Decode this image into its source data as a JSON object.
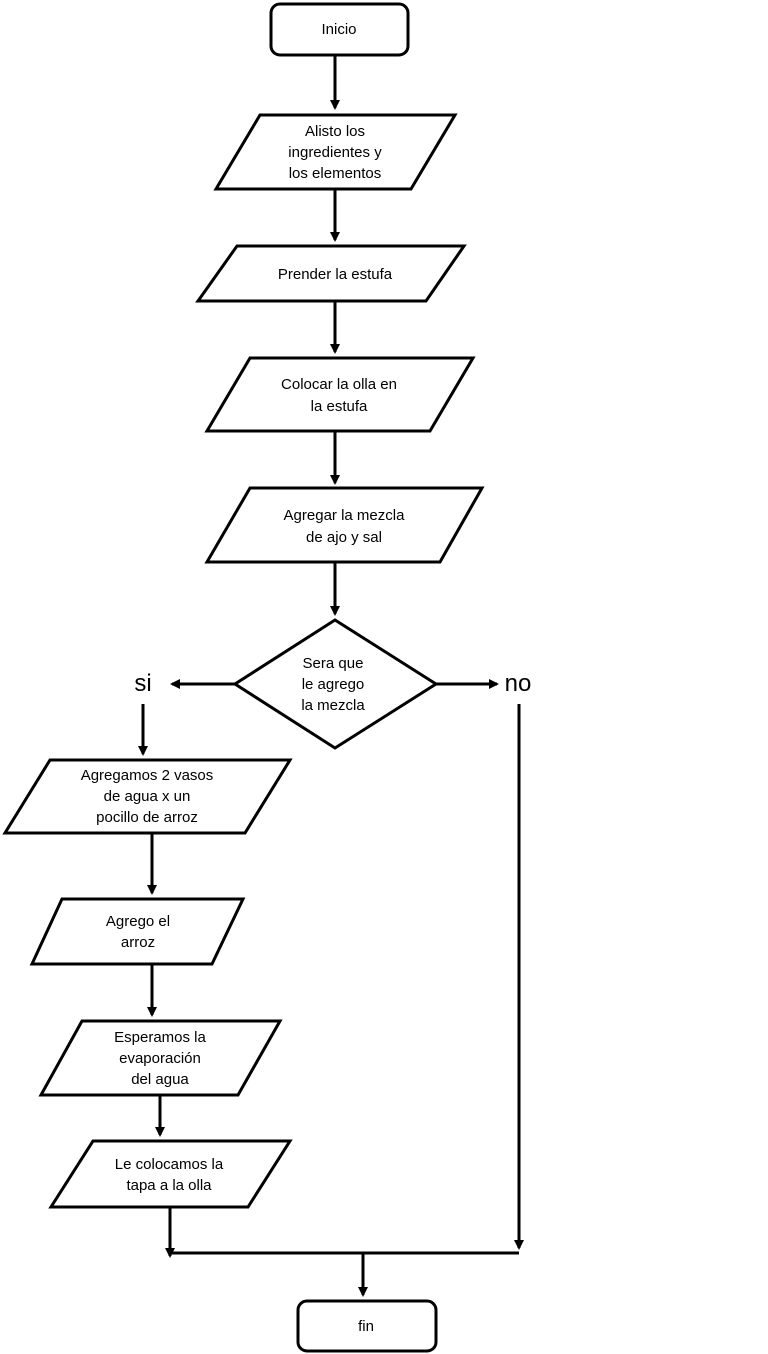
{
  "flowchart": {
    "start": {
      "label": "Inicio"
    },
    "steps": [
      {
        "lines": [
          "Alisto los",
          "ingredientes y",
          "los elementos"
        ]
      },
      {
        "lines": [
          "Prender la estufa"
        ]
      },
      {
        "lines": [
          "Colocar la olla en",
          "la estufa"
        ]
      },
      {
        "lines": [
          "Agregar la mezcla",
          "de ajo y sal"
        ]
      }
    ],
    "decision": {
      "lines": [
        "Sera que",
        "le agrego",
        "la mezcla"
      ]
    },
    "branch_yes": "si",
    "branch_no": "no",
    "yes_steps": [
      {
        "lines": [
          "Agregamos 2 vasos",
          "de agua x un",
          "pocillo de  arroz"
        ]
      },
      {
        "lines": [
          "Agrego el",
          "arroz"
        ]
      },
      {
        "lines": [
          "Esperamos la",
          "evaporación",
          "del agua"
        ]
      },
      {
        "lines": [
          "Le colocamos la",
          "tapa a la olla"
        ]
      }
    ],
    "end": {
      "label": "fin"
    }
  },
  "colors": {
    "stroke": "#000000",
    "fill": "#ffffff",
    "text": "#000000"
  }
}
